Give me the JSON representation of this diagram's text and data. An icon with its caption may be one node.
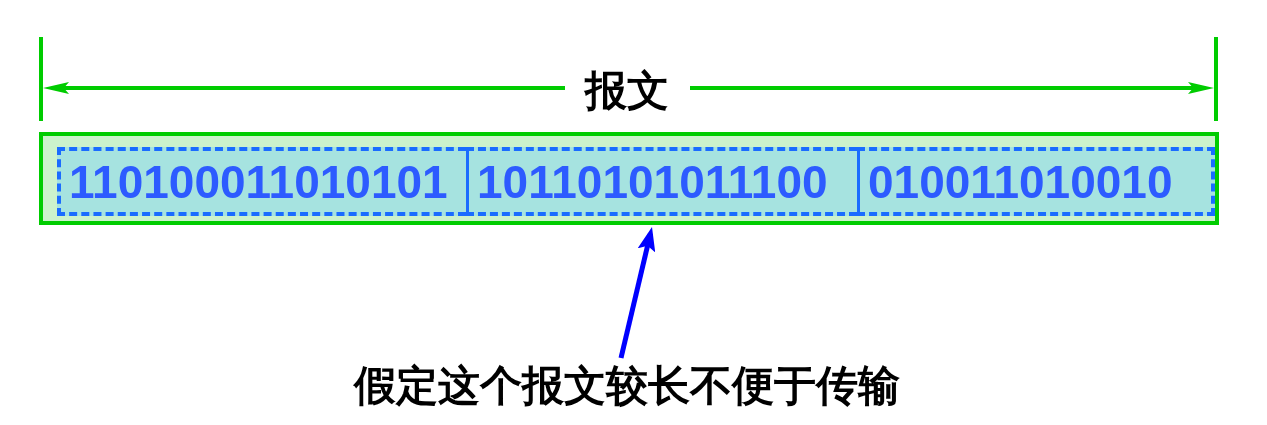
{
  "diagram": {
    "nodes": [
      {
        "text": [],
        "shape": "box"
      },
      {
        "text": [
          "110100011010101"
        ],
        "in": 0
      },
      {
        "text": [
          "10110101011100"
        ],
        "in": 0
      },
      {
        "text": [
          "010011010010"
        ],
        "in": 0
      },
      {
        "text": [
          "假定这个报文较长不便于传输"
        ]
      }
    ],
    "edges": [
      {
        "from": 4,
        "to": 0,
        "arrow": "to",
        "color": "#0000ff"
      }
    ],
    "labels": [
      "报文"
    ]
  }
}
